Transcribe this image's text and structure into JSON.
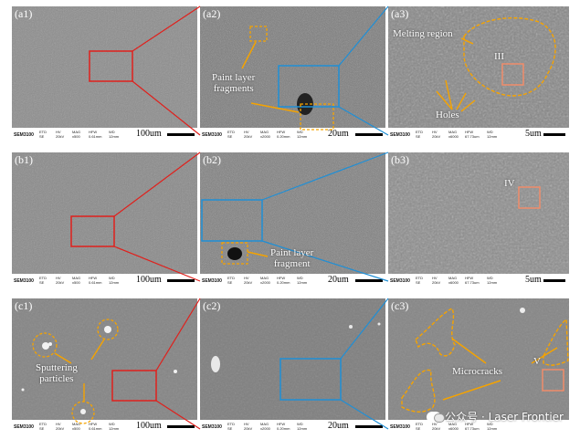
{
  "panels": [
    {
      "label": "(a1)",
      "info": {
        "model": "SEM3100",
        "det": "ETD\nSE",
        "hv": "HV\n20kV",
        "mag": "MAG\nx500",
        "hfw": "HFW\n0.61mm",
        "wd": "WD\n12mm",
        "scale": "100um"
      }
    },
    {
      "label": "(a2)",
      "info": {
        "model": "SEM3100",
        "det": "ETD\nSE",
        "hv": "HV\n20kV",
        "mag": "MAG\nx2000",
        "hfw": "HFW\n0.20mm",
        "wd": "WD\n12mm",
        "scale": "20um"
      }
    },
    {
      "label": "(a3)",
      "info": {
        "model": "SEM3100",
        "det": "ETD\nSE",
        "hv": "HV\n20kV",
        "mag": "MAG\nx6000",
        "hfw": "HFW\n67.73um",
        "wd": "WD\n12mm",
        "scale": "5um"
      }
    },
    {
      "label": "(b1)",
      "info": {
        "model": "SEM3100",
        "det": "ETD\nSE",
        "hv": "HV\n20kV",
        "mag": "MAG\nx500",
        "hfw": "HFW\n0.61mm",
        "wd": "WD\n12mm",
        "scale": "100um"
      }
    },
    {
      "label": "(b2)",
      "info": {
        "model": "SEM3100",
        "det": "ETD\nSE",
        "hv": "HV\n20kV",
        "mag": "MAG\nx2000",
        "hfw": "HFW\n0.20mm",
        "wd": "WD\n12mm",
        "scale": "20um"
      }
    },
    {
      "label": "(b3)",
      "info": {
        "model": "SEM3100",
        "det": "ETD\nSE",
        "hv": "HV\n20kV",
        "mag": "MAG\nx6000",
        "hfw": "HFW\n67.73um",
        "wd": "WD\n12mm",
        "scale": "5um"
      }
    },
    {
      "label": "(c1)",
      "info": {
        "model": "SEM3100",
        "det": "ETD\nSE",
        "hv": "HV\n20kV",
        "mag": "MAG\nx500",
        "hfw": "HFW\n0.61mm",
        "wd": "WD\n12mm",
        "scale": "100um"
      }
    },
    {
      "label": "(c2)",
      "info": {
        "model": "SEM3100",
        "det": "ETD\nSE",
        "hv": "HV\n20kV",
        "mag": "MAG\nx2000",
        "hfw": "HFW\n0.20mm",
        "wd": "WD\n12mm",
        "scale": "20um"
      }
    },
    {
      "label": "(c3)",
      "info": {
        "model": "SEM3100",
        "det": "ETD\nSE",
        "hv": "HV\n20kV",
        "mag": "MAG\nx6000",
        "hfw": "HFW\n67.73um",
        "wd": "WD\n12mm",
        "scale": "5um"
      }
    }
  ],
  "annotations": {
    "paint_layer_fragments": "Paint layer\nfragments",
    "paint_layer_fragment": "Paint layer\nfragment",
    "melting_region": "Melting region",
    "region_III": "III",
    "holes": "Holes",
    "region_IV": "IV",
    "sputtering_particles": "Sputtering\nparticles",
    "microcracks": "Microcracks",
    "region_V": "V"
  },
  "watermark": "公众号 · Laser Frontier",
  "colors": {
    "zoom_red": "#e0201c",
    "zoom_blue": "#1f8fd6",
    "annot_orange": "#f5a300",
    "region_salmon": "#f08c6a"
  }
}
